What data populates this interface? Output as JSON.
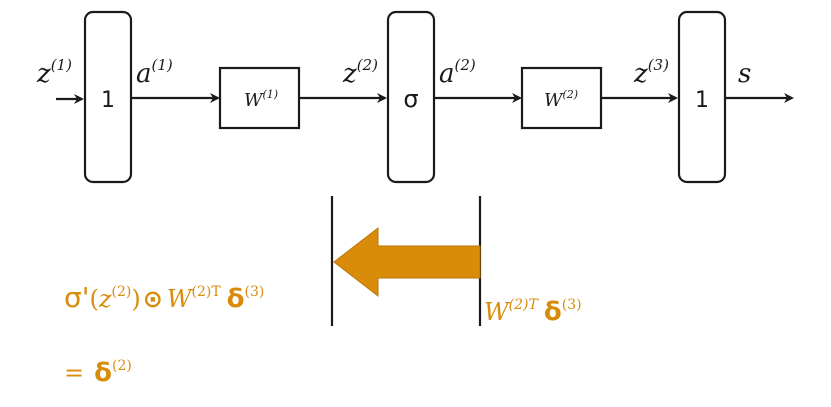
{
  "diagram": {
    "input_label": {
      "base": "z",
      "sup": "(1)"
    },
    "blocks": [
      {
        "id": "block-1",
        "symbol": "1"
      },
      {
        "id": "weight-1",
        "base": "W",
        "sup": "(1)"
      },
      {
        "id": "block-sigma",
        "symbol": "σ"
      },
      {
        "id": "weight-2",
        "base": "W",
        "sup": "(2)"
      },
      {
        "id": "block-3",
        "symbol": "1"
      }
    ],
    "edge_labels": [
      {
        "id": "a1",
        "base": "a",
        "sup": "(1)"
      },
      {
        "id": "z2",
        "base": "z",
        "sup": "(2)"
      },
      {
        "id": "a2",
        "base": "a",
        "sup": "(2)"
      },
      {
        "id": "z3",
        "base": "z",
        "sup": "(3)"
      },
      {
        "id": "s",
        "base": "s",
        "sup": ""
      }
    ],
    "backprop": {
      "right_label": {
        "w_base": "W",
        "w_sup": "(2)",
        "t": "T",
        "delta": "δ",
        "delta_sup": "(3)"
      },
      "left_label": {
        "sigma_prime": "σ'",
        "paren_open": "(",
        "z_base": "z",
        "z_sup": "(2)",
        "paren_close": ")",
        "odot": "⊙",
        "w_base": "W",
        "w_sup": "(2)T",
        "delta": "δ",
        "delta_sup": "(3)"
      },
      "result": {
        "equals": "=",
        "delta": "δ",
        "delta_sup": "(2)"
      }
    },
    "colors": {
      "stroke": "#1a1a1a",
      "accent": "#d98c0a"
    }
  }
}
